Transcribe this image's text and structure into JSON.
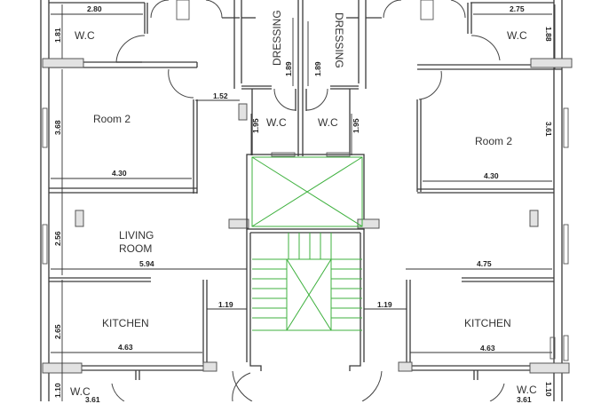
{
  "rooms": {
    "wc_top_left": "W.C",
    "wc_top_right": "W.C",
    "dressing_left": "DRESSING",
    "dressing_right": "DRESSING",
    "wc_mid_left": "W.C",
    "wc_mid_right": "W.C",
    "room2_left": "Room 2",
    "room2_right": "Room 2",
    "living_line1": "LIVING",
    "living_line2": "ROOM",
    "kitchen_left": "KITCHEN",
    "kitchen_right": "KITCHEN",
    "wc_bottom_left": "W.C",
    "wc_bottom_right": "W.C"
  },
  "dimensions": {
    "wc_top_left_width": "2.80",
    "wc_top_left_height": "1.81",
    "wc_top_right_width": "2.75",
    "wc_top_right_height": "1.88",
    "dressing_left_depth": "1.89",
    "dressing_right_depth": "1.89",
    "wc_mid_left_height": "1.95",
    "wc_mid_right_height": "1.95",
    "corridor_left_width": "1.52",
    "room2_left_width": "4.30",
    "room2_left_height": "3.68",
    "room2_right_width": "4.30",
    "room2_right_height": "3.61",
    "living_left_width": "5.94",
    "living_left_height": "2.56",
    "living_right_width": "4.75",
    "kitchen_left_width": "4.63",
    "kitchen_left_height": "2.65",
    "kitchen_right_width": "4.63",
    "stair_gap_left": "1.19",
    "stair_gap_right": "1.19",
    "wc_bottom_left_height": "1.10",
    "wc_bottom_left_width": "3.61",
    "wc_bottom_right_height": "1.10",
    "wc_bottom_right_width": "3.61"
  },
  "colors": {
    "walls": "#3a3a3a",
    "stair_and_shaft": "#3fb13f",
    "columns": "#e2e2e2",
    "background": "#ffffff"
  }
}
